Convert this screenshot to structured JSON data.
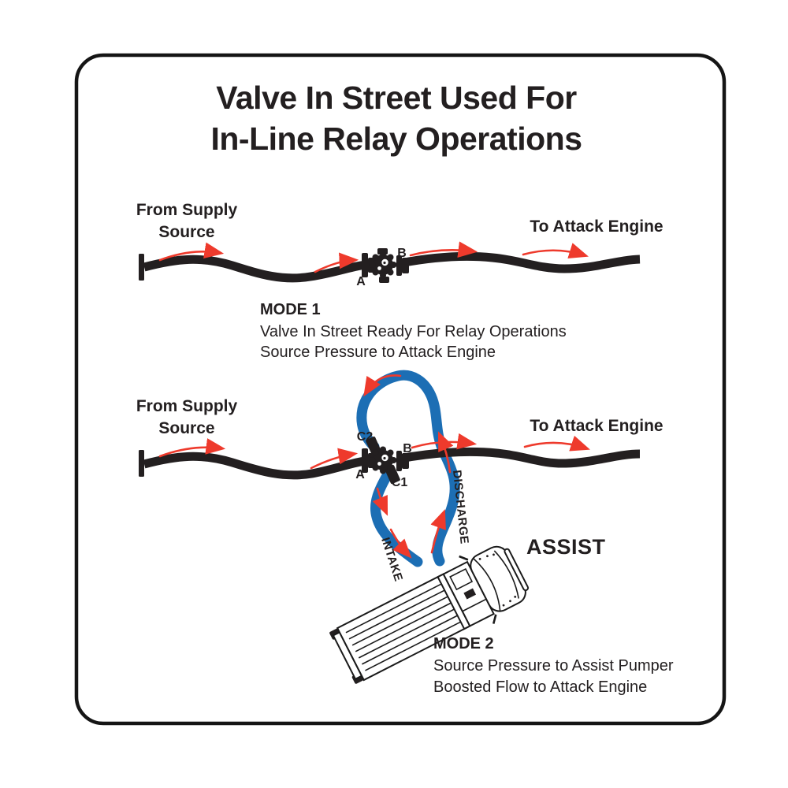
{
  "title": {
    "line1": "Valve In Street Used For",
    "line2": "In-Line Relay Operations"
  },
  "colors": {
    "ink_black": "#231f20",
    "hose_blue": "#1c6eb4",
    "arrow_red": "#ee3a2c",
    "background": "#ffffff"
  },
  "mode1": {
    "from_label_line1": "From Supply",
    "from_label_line2": "Source",
    "to_label": "To Attack Engine",
    "ports": {
      "a": "A",
      "b": "B"
    },
    "caption_title": "MODE 1",
    "caption_line1": "Valve In Street Ready For Relay Operations",
    "caption_line2": "Source Pressure to Attack Engine"
  },
  "mode2": {
    "from_label_line1": "From Supply",
    "from_label_line2": "Source",
    "to_label": "To Attack Engine",
    "ports": {
      "a": "A",
      "b": "B",
      "c1": "C1",
      "c2": "C2"
    },
    "intake_label": "INTAKE",
    "discharge_label": "DISCHARGE",
    "assist_label": "ASSIST",
    "caption_title": "MODE 2",
    "caption_line1": "Source Pressure to Assist Pumper",
    "caption_line2": "Boosted Flow to Attack Engine"
  }
}
